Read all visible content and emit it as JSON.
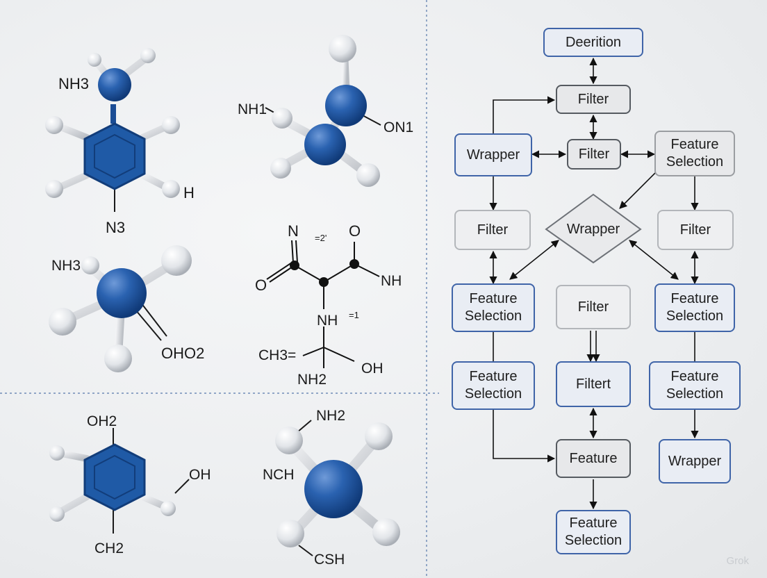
{
  "molecules": {
    "m1": {
      "top_label": "NH3",
      "right_label": "H",
      "bottom_label": "N3"
    },
    "m2": {
      "left_label": "NH1",
      "right_label": "ON1"
    },
    "m3": {
      "left_label": "NH3",
      "right_label": "OHO2"
    },
    "m4": {
      "n_label": "N",
      "n_charge": "=2'",
      "o_top_label": "O",
      "o_left_label": "O",
      "nh_right_label": "NH",
      "nh_center_label": "NH",
      "nh_center_charge": "=1",
      "ch3_label": "CH3=",
      "nh2_label": "NH2",
      "oh_label": "OH"
    },
    "m5": {
      "top_label": "OH2",
      "right_label": "OH",
      "bottom_label": "CH2"
    },
    "m6": {
      "top_label": "NH2",
      "left_label": "NCH",
      "bottom_label": "CSH"
    }
  },
  "flowchart": {
    "nodes": {
      "definition": "Deerition",
      "filter_top": "Filter",
      "wrapper_left": "Wrapper",
      "filter_mid": "Filter",
      "feature_sel_top_right": "Feature\nSelection",
      "filter_left": "Filter",
      "wrapper_diamond": "Wrapper",
      "filter_right": "Filter",
      "feature_sel_left_1": "Feature\nSelection",
      "filter_center": "Filter",
      "feature_sel_right_1": "Feature\nSelection",
      "feature_sel_left_2": "Feature\nSelection",
      "filtert_center": "Filtert",
      "feature_sel_right_2": "Feature\nSelection",
      "feature_center": "Feature",
      "wrapper_right": "Wrapper",
      "feature_sel_bottom": "Feature\nSelection"
    }
  },
  "watermark": "Grok",
  "colors": {
    "atom_blue": "#1f5aa6",
    "atom_white": "#e8eaed",
    "node_blue_border": "#3f64a8",
    "divider": "#5577aa"
  }
}
